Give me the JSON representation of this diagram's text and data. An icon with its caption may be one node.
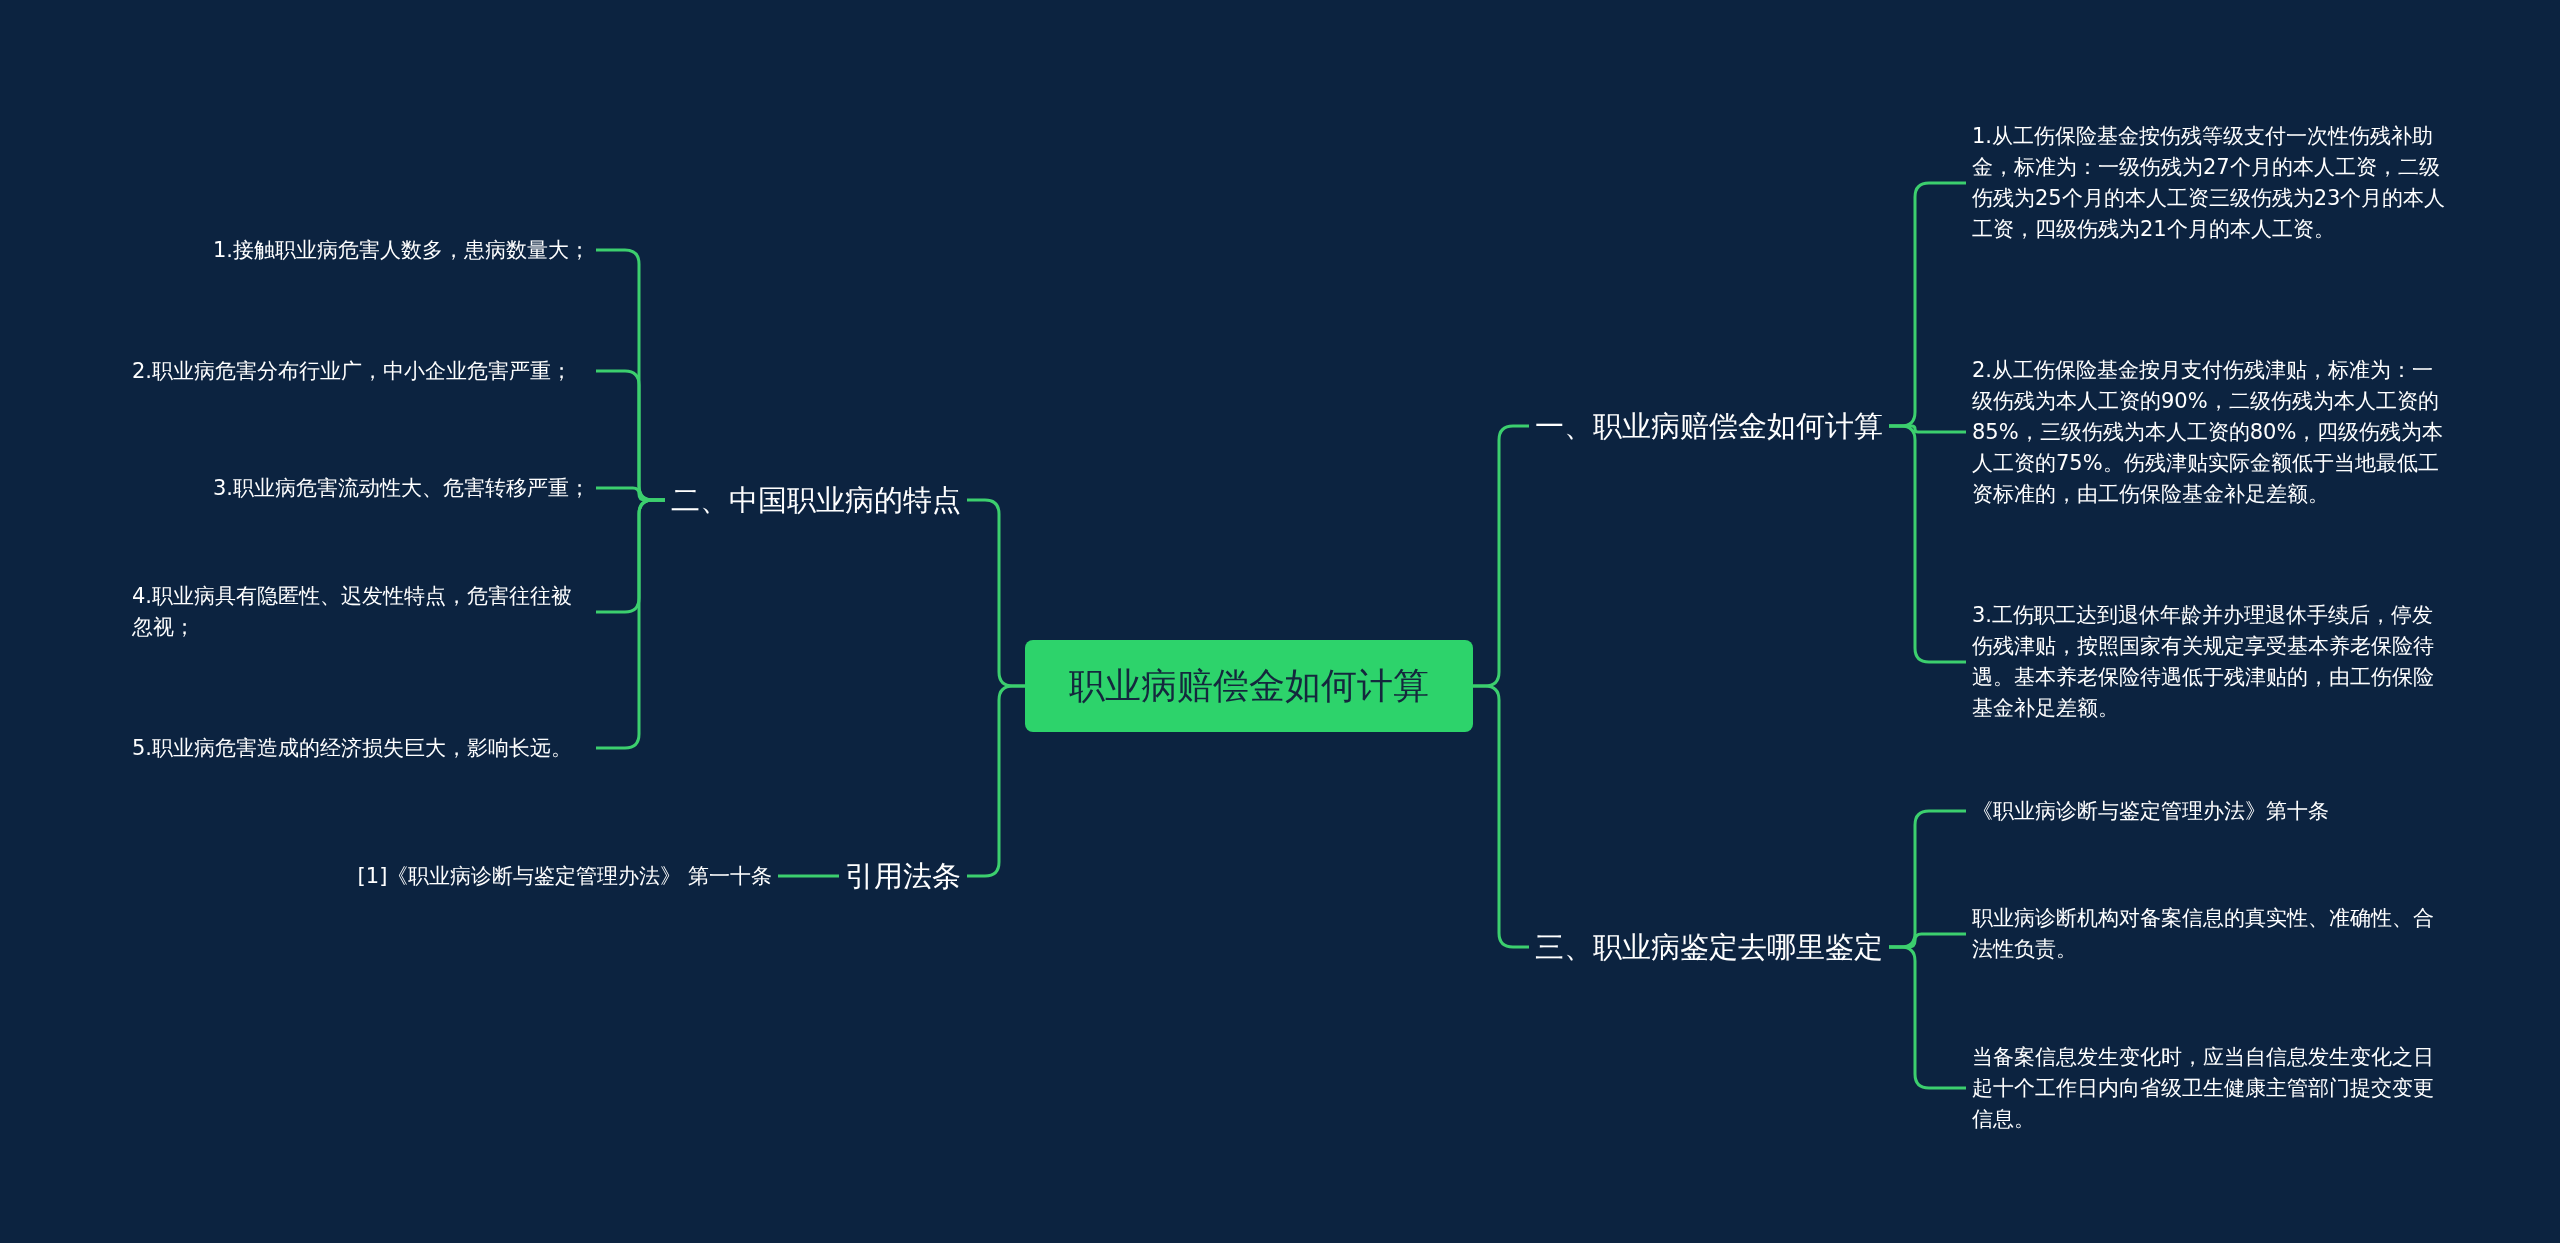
{
  "diagram": {
    "nodes": [
      {
        "text": [
          "职业病赔偿金如何计算"
        ]
      },
      {
        "text": [
          "二、中国职业病的特点"
        ]
      },
      {
        "text": [
          "1.接触职业病危害人数多，患病数量大；"
        ]
      },
      {
        "text": [
          "2.职业病危害分布行业广，中小企业危害严重；"
        ]
      },
      {
        "text": [
          "3.职业病危害流动性大、危害转移严重；"
        ]
      },
      {
        "text": [
          "4.职业病具有隐匿性、迟发性特点，危害往往被忽视；"
        ]
      },
      {
        "text": [
          "5.职业病危害造成的经济损失巨大，影响长远。"
        ]
      },
      {
        "text": [
          "引用法条"
        ]
      },
      {
        "text": [
          "[1]《职业病诊断与鉴定管理办法》 第一十条"
        ]
      },
      {
        "text": [
          "一、职业病赔偿金如何计算"
        ]
      },
      {
        "text": [
          "1.从工伤保险基金按伤残等级支付一次性伤残补助金，标准为：一级伤残为27个月的本人工资，二级伤残为25个月的本人工资三级伤残为23个月的本人工资，四级伤残为21个月的本人工资。"
        ]
      },
      {
        "text": [
          "2.从工伤保险基金按月支付伤残津贴，标准为：一级伤残为本人工资的90%，二级伤残为本人工资的85%，三级伤残为本人工资的80%，四级伤残为本人工资的75%。伤残津贴实际金额低于当地最低工资标准的，由工伤保险基金补足差额。"
        ]
      },
      {
        "text": [
          "3.工伤职工达到退休年龄并办理退休手续后，停发伤残津贴，按照国家有关规定享受基本养老保险待遇。基本养老保险待遇低于残津贴的，由工伤保险基金补足差额。"
        ]
      },
      {
        "text": [
          "三、职业病鉴定去哪里鉴定"
        ]
      },
      {
        "text": [
          "《职业病诊断与鉴定管理办法》第十条"
        ]
      },
      {
        "text": [
          "职业病诊断机构对备案信息的真实性、准确性、合法性负责。"
        ]
      },
      {
        "text": [
          "当备案信息发生变化时，应当自信息发生变化之日起十个工作日内向省级卫生健康主管部门提交变更信息。"
        ]
      }
    ],
    "edges": [
      {
        "from": 0,
        "to": 1,
        "arrow": "none"
      },
      {
        "from": 1,
        "to": 2,
        "arrow": "none"
      },
      {
        "from": 1,
        "to": 3,
        "arrow": "none"
      },
      {
        "from": 1,
        "to": 4,
        "arrow": "none"
      },
      {
        "from": 1,
        "to": 5,
        "arrow": "none"
      },
      {
        "from": 1,
        "to": 6,
        "arrow": "none"
      },
      {
        "from": 0,
        "to": 7,
        "arrow": "none"
      },
      {
        "from": 7,
        "to": 8,
        "arrow": "none"
      },
      {
        "from": 0,
        "to": 9,
        "arrow": "none"
      },
      {
        "from": 9,
        "to": 10,
        "arrow": "none"
      },
      {
        "from": 9,
        "to": 11,
        "arrow": "none"
      },
      {
        "from": 9,
        "to": 12,
        "arrow": "none"
      },
      {
        "from": 0,
        "to": 13,
        "arrow": "none"
      },
      {
        "from": 13,
        "to": 14,
        "arrow": "none"
      },
      {
        "from": 13,
        "to": 15,
        "arrow": "none"
      },
      {
        "from": 13,
        "to": 16,
        "arrow": "none"
      }
    ]
  }
}
